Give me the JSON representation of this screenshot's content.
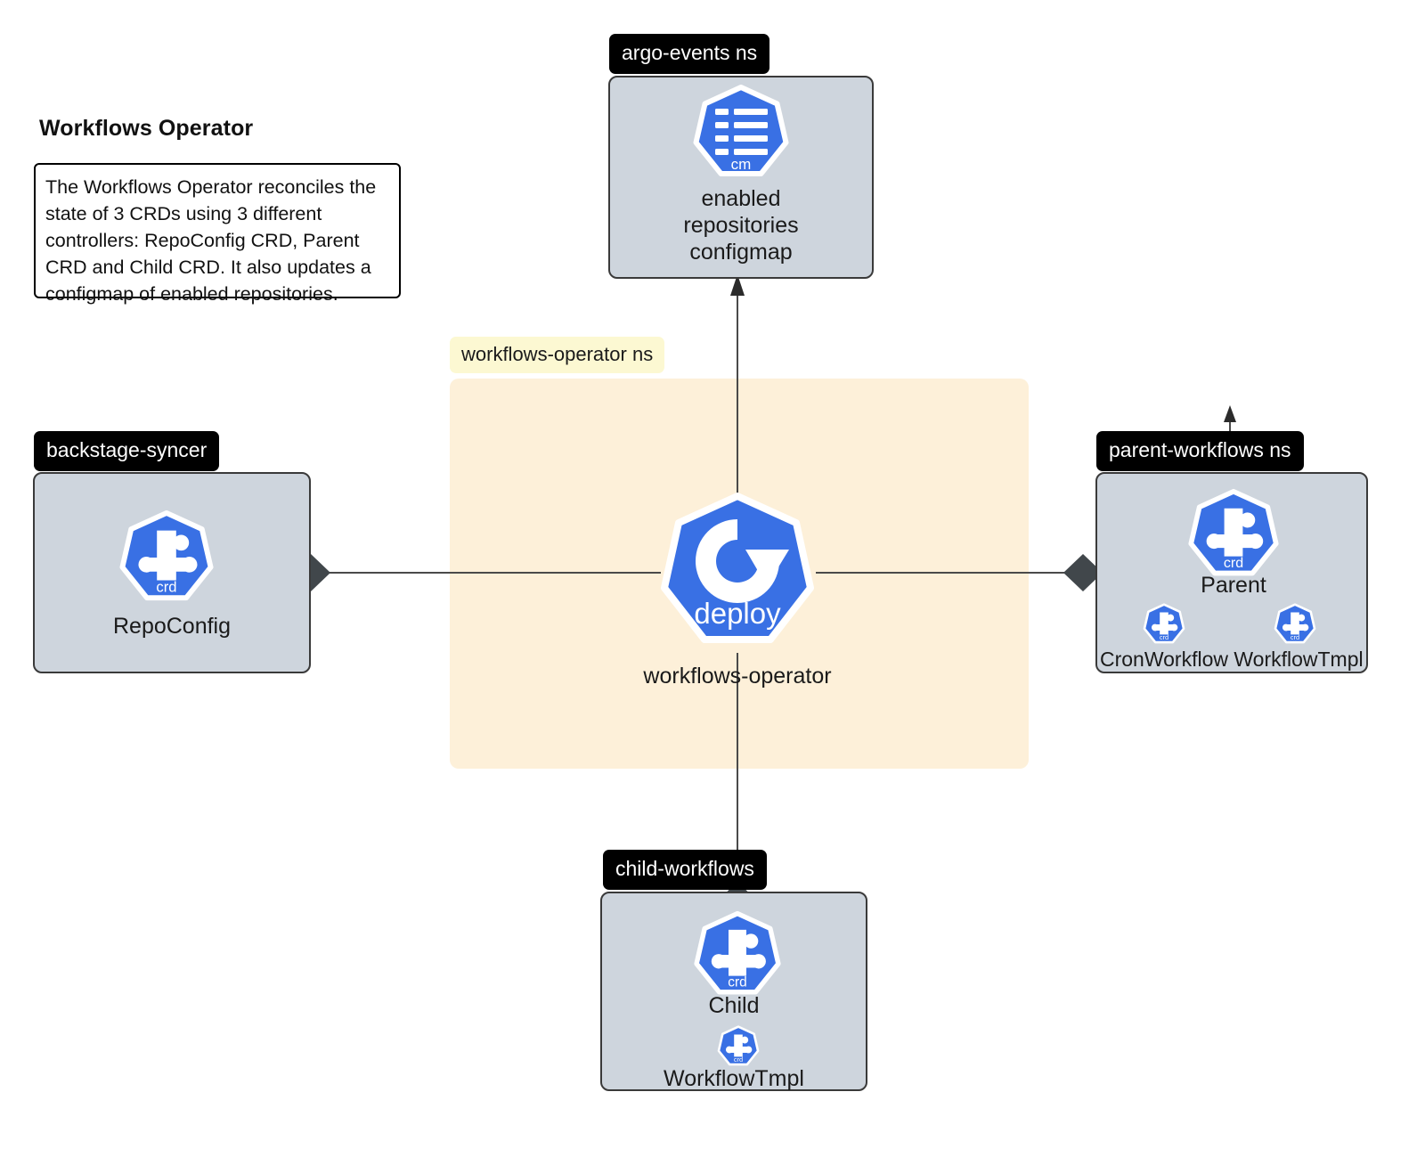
{
  "diagram": {
    "title": "Workflows Operator",
    "note": "The Workflows Operator reconciles the state of 3 CRDs using 3 different controllers: RepoConfig CRD, Parent CRD and Child CRD. It also updates a configmap of enabled repositories.",
    "colors": {
      "k8s_blue": "#3970E4",
      "namespace_fill": "#fdf0d9",
      "namespace_label_fill": "#fcf8d2",
      "box_fill": "#ced5dd",
      "box_stroke": "#3a3a3a",
      "pill_fill": "#000000",
      "pill_text": "#ffffff",
      "connector": "#4a4a4a",
      "diamond": "#41474b"
    }
  },
  "namespaces": {
    "argo_events": {
      "label": "argo-events ns",
      "node": {
        "icon": "configmap-icon",
        "icon_badge": "cm",
        "caption": "enabled\nrepositories\nconfigmap"
      }
    },
    "workflows_operator": {
      "label": "workflows-operator ns",
      "node": {
        "icon": "deploy-icon",
        "icon_badge": "deploy",
        "caption": "workflows-operator"
      }
    },
    "backstage_syncer": {
      "label": "backstage-syncer",
      "node": {
        "icon": "crd-icon",
        "icon_badge": "crd",
        "caption": "RepoConfig"
      }
    },
    "parent_workflows": {
      "label": "parent-workflows ns",
      "node": {
        "icon": "crd-icon",
        "icon_badge": "crd",
        "caption": "Parent"
      },
      "sub_nodes": [
        {
          "icon": "crd-icon",
          "icon_badge": "crd",
          "caption": "CronWorkflow"
        },
        {
          "icon": "crd-icon",
          "icon_badge": "crd",
          "caption": "WorkflowTmpl"
        }
      ]
    },
    "child_workflows": {
      "label": "child-workflows",
      "node": {
        "icon": "crd-icon",
        "icon_badge": "crd",
        "caption": "Child"
      },
      "sub_nodes": [
        {
          "icon": "crd-icon",
          "icon_badge": "crd",
          "caption": "WorkflowTmpl"
        }
      ]
    }
  }
}
